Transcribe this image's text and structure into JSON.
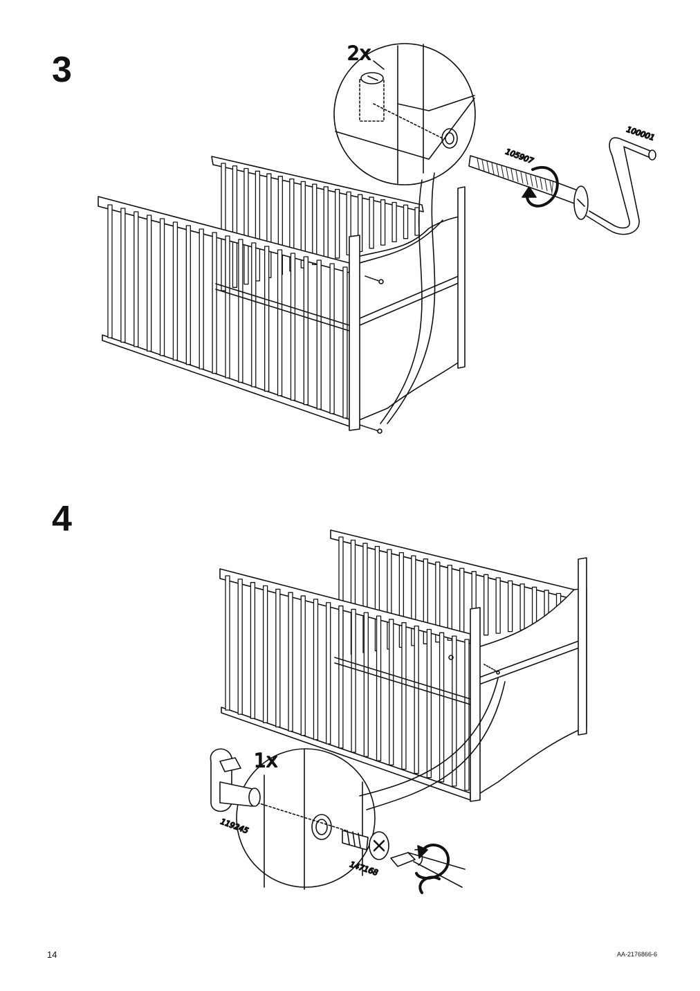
{
  "steps": [
    {
      "number": "3",
      "quantity": "2x",
      "parts": [
        {
          "id": "105907",
          "name": "bolt"
        },
        {
          "id": "100001",
          "name": "allen-key"
        }
      ]
    },
    {
      "number": "4",
      "quantity": "1x",
      "parts": [
        {
          "id": "119245",
          "name": "dowel-cap"
        },
        {
          "id": "147168",
          "name": "screw"
        }
      ]
    }
  ],
  "footer": {
    "page_number": "14",
    "document_code": "AA-2176866-6"
  },
  "icons": [
    "rotate-arrow-icon",
    "screwdriver-icon",
    "allen-key-icon"
  ]
}
